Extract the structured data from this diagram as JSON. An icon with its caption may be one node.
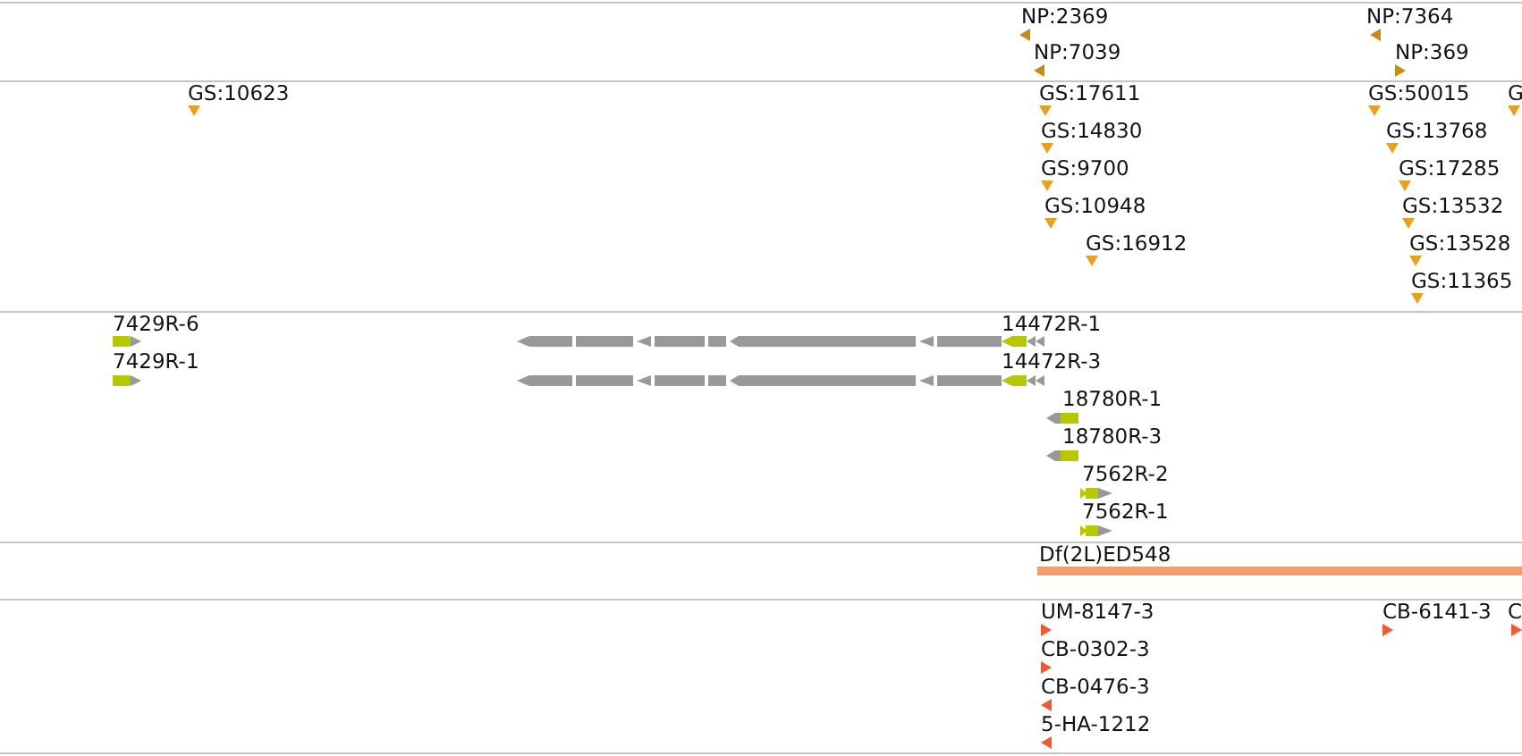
{
  "diagram": {
    "labels": [
      "NP:2369",
      "NP:7364",
      "NP:7039",
      "NP:369",
      "GS:10623",
      "GS:17611",
      "GS:50015",
      "G",
      "GS:14830",
      "GS:13768",
      "GS:9700",
      "GS:17285",
      "GS:10948",
      "GS:13532",
      "GS:16912",
      "GS:13528",
      "GS:11365",
      "7429R-6",
      "14472R-1",
      "7429R-1",
      "14472R-3",
      "18780R-1",
      "18780R-3",
      "7562R-2",
      "7562R-1",
      "Df(2L)ED548",
      "UM-8147-3",
      "CB-6141-3",
      "C",
      "CB-0302-3",
      "CB-0476-3",
      "5-HA-1212"
    ]
  }
}
